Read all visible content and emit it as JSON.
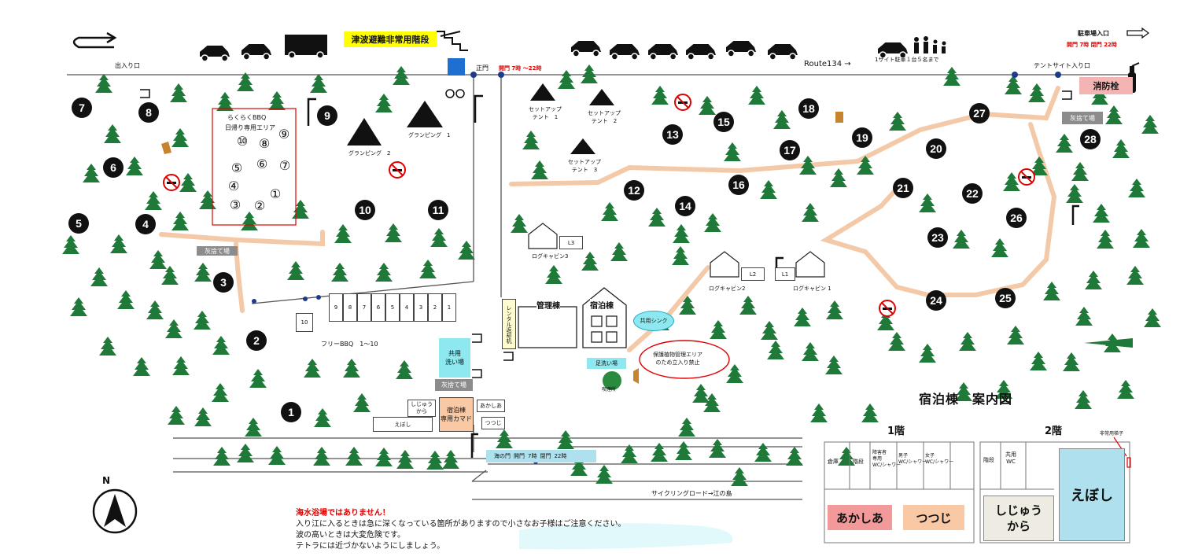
{
  "labels": {
    "tsunami": "津波避難非常用階段",
    "exit_entrance": "出入り口",
    "main_gate": "正門",
    "gate_hours": "開門 7時 ～22時",
    "route": "Route134 →",
    "parking_rule": "1サイト駐車１台５名まで",
    "tent_entrance": "テントサイト入り口",
    "parking_entrance": "駐車場入口",
    "parking_hours_a": "開門",
    "parking_hours_b": "7時",
    "parking_hours_c": "閉門",
    "parking_hours_d": "22時",
    "fire_hydrant": "消防栓",
    "ash_dump": "灰捨て場",
    "rakuraku_bbq_1": "らくらくBBQ",
    "rakuraku_bbq_2": "日帰り専用エリア",
    "glamping_1": "グランピング　1",
    "glamping_2": "グランピング　2",
    "setup_tent_1a": "セットアップ",
    "setup_tent_1b": "テント　1",
    "setup_tent_2a": "セットアップ",
    "setup_tent_2b": "テント　2",
    "setup_tent_3a": "セットアップ",
    "setup_tent_3b": "テント　3",
    "log_cabin_3": "ログキャビン3",
    "log_cabin_2": "ログキャビン2",
    "log_cabin_1": "ログキャビン 1",
    "l3": "L3",
    "l2": "L2",
    "l1": "L1",
    "rental_counter": "レンタル返却机",
    "admin_building": "管理棟",
    "lodging_building": "宿泊棟",
    "shared_sink": "共用シンク",
    "protected_area": "保護植物管理エリア\nのため立入り禁止",
    "footwash": "足洗い場",
    "smoking_area": "喫煙所",
    "shared_wash": "共用\n洗い場",
    "lodging_kamado": "宿泊棟\n専用カマド",
    "free_bbq": "フリーBBQ　1～10",
    "room_shijuukara": "しじゅう\nから",
    "room_akashia": "あかしあ",
    "room_eboshi": "えぼし",
    "room_tsutsuji": "つつじ",
    "sea_gate": "海の門",
    "sea_gate_open": "開門",
    "sea_gate_open_t": "7時",
    "sea_gate_close": "閉門",
    "sea_gate_close_t": "22時",
    "cycling_road": "サイクリングロード→江の島",
    "north": "N",
    "guide_title": "宿泊棟　案内図"
  },
  "sites": [
    "1",
    "2",
    "3",
    "4",
    "5",
    "6",
    "7",
    "8",
    "9",
    "10",
    "11",
    "12",
    "13",
    "14",
    "15",
    "16",
    "17",
    "18",
    "19",
    "20",
    "21",
    "22",
    "23",
    "24",
    "25",
    "26",
    "27",
    "28"
  ],
  "bbq_sites": [
    "⑩",
    "⑧",
    "⑨",
    "⑤",
    "⑥",
    "⑦",
    "④",
    "①",
    "③",
    "②"
  ],
  "free_bbq_nums": [
    "10",
    "9",
    "8",
    "7",
    "6",
    "5",
    "4",
    "3",
    "2",
    "1"
  ],
  "floor_plan": {
    "floor1": "1階",
    "floor2": "2階",
    "storage": "倉庫",
    "stairs": "階段",
    "stairs2": "階段",
    "accessible_wc": "障害者\n専用\nWC/シャワー",
    "mens_wc": "男子\nWC/シャワー",
    "womens_wc": "女子\nWC/シャワー",
    "shared_wc": "共用\nWC",
    "emergency_ladder": "非常用梯子",
    "akashia": "あかしあ",
    "tsutsuji": "つつじ",
    "shijuukara": "しじゅう\nから",
    "eboshi": "えぼし"
  },
  "notes": {
    "line1": "海水浴場ではありません！",
    "line2": "入り江に入るときは急に深くなっている箇所がありますので小さなお子様はご注意ください。",
    "line3": "波の高いときは大変危険です。",
    "line4": "テトラには近づかないようにしましょう。"
  },
  "colors": {
    "tree": "#1f7a3a",
    "path": "#f4c9a8",
    "yellow": "#ffff00",
    "red": "#e00000",
    "cyan": "#8de8f0",
    "peach": "#f9c8a5",
    "pink": "#f4b4b4",
    "gray": "#8c8c8c",
    "lightblue": "#aee0ee"
  }
}
